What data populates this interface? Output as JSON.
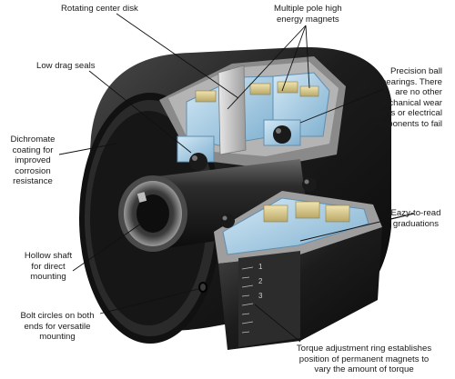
{
  "labels": {
    "rotating_disk": [
      "Rotating center disk"
    ],
    "magnets": [
      "Multiple pole high",
      "energy magnets"
    ],
    "seals": [
      "Low drag seals"
    ],
    "bearings": [
      "Precision ball",
      "bearings. There",
      "are no other",
      "mechanical wear",
      "parts or electrical",
      "components to fail"
    ],
    "coating": [
      "Dichromate",
      "coating for",
      "improved",
      "corrosion",
      "resistance"
    ],
    "graduations": [
      "Eazy-to-read",
      "graduations"
    ],
    "shaft": [
      "Hollow shaft",
      "for direct",
      "mounting"
    ],
    "bolts": [
      "Bolt circles on both",
      "ends for versatile",
      "mounting"
    ],
    "torque_ring": [
      "Torque adjustment ring establishes",
      "position of permanent magnets to",
      "vary the amount of torque"
    ]
  },
  "scale_digits": [
    "1",
    "2",
    "3"
  ],
  "colors": {
    "body_dark": "#141414",
    "body_mid": "#3a3a3a",
    "metal_light": "#c9c9c9",
    "magnet_blue": "#a9cde6",
    "magnet_blue_dark": "#6f9fbf",
    "brass": "#d8c890",
    "leader": "#111111"
  }
}
